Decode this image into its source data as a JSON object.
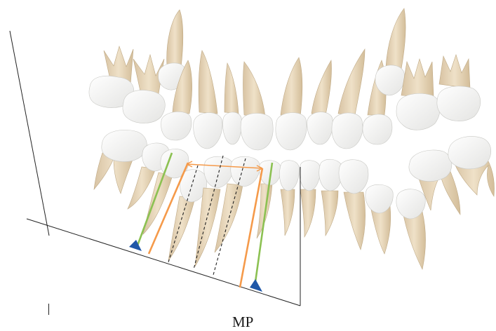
{
  "labels": {
    "mandibular_plane": "MP"
  },
  "colors": {
    "crown": "#f6f6f4",
    "root": "#ecdcc2",
    "root_shade": "#d6c1a0",
    "outline": "#bca88a",
    "axis_green": "#8cc152",
    "axis_orange": "#f59a4a",
    "marker_blue": "#1f57a8",
    "reference_line": "#222222"
  },
  "structures": [
    "upper-arch",
    "lower-arch",
    "mandibular-plane-line",
    "vertical-reference-line",
    "canine-axis-lines",
    "premolar-axis-lines",
    "dashed-incisor-axes",
    "intercanine-arrow",
    "angle-markers"
  ]
}
